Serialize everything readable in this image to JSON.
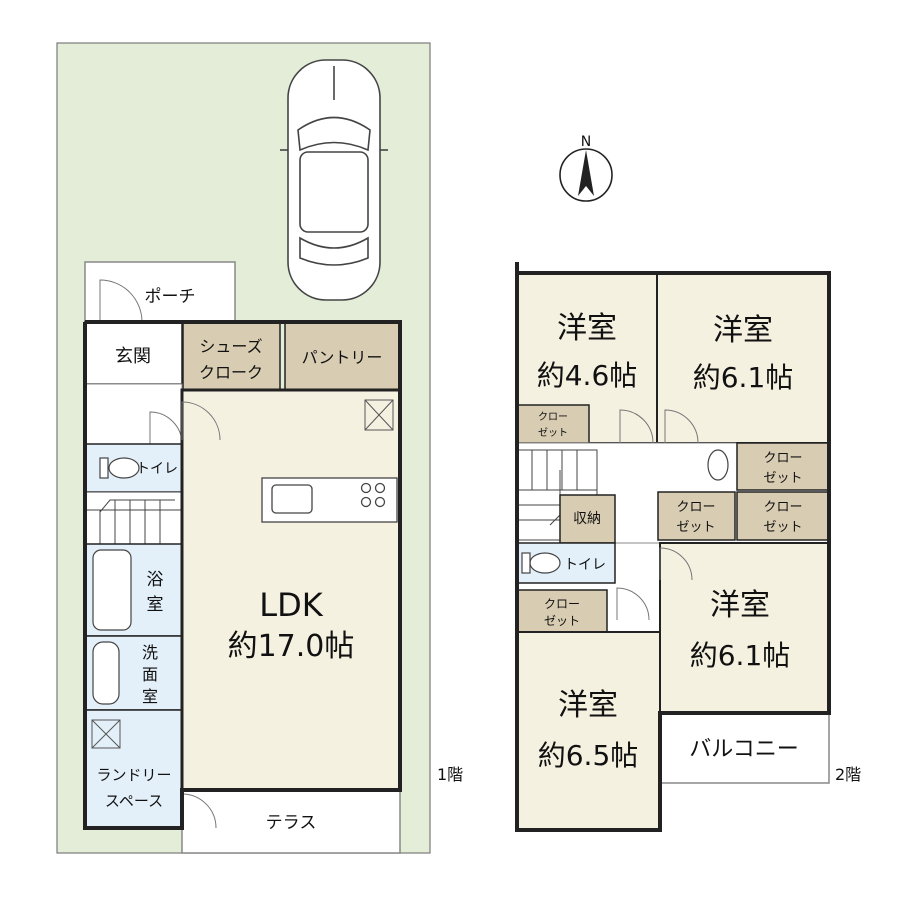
{
  "floor1": {
    "label": "1階",
    "porch": "ポーチ",
    "entrance": "玄関",
    "shoe_cloak": [
      "シューズ",
      "クローク"
    ],
    "pantry": "パントリー",
    "toilet": "トイレ",
    "bath": [
      "浴",
      "室"
    ],
    "washroom": [
      "洗",
      "面",
      "室"
    ],
    "laundry": [
      "ランドリー",
      "スペース"
    ],
    "ldk_name": "LDK",
    "ldk_size": "約17.0帖",
    "terrace": "テラス"
  },
  "floor2": {
    "label": "2階",
    "room_a_name": "洋室",
    "room_a_size": "約4.6帖",
    "room_b_name": "洋室",
    "room_b_size": "約6.1帖",
    "room_c_name": "洋室",
    "room_c_size": "約6.1帖",
    "room_d_name": "洋室",
    "room_d_size": "約6.5帖",
    "closet": [
      "クロー",
      "ゼット"
    ],
    "storage": "収納",
    "toilet": "トイレ",
    "balcony": "バルコニー"
  },
  "compass": {
    "label": "N"
  },
  "colors": {
    "site": "#e3edd8",
    "room_beige": "#f5f1e1",
    "closet_tan": "#d8ccb2",
    "wet_blue": "#e3f0fa",
    "wall": "#222222"
  }
}
